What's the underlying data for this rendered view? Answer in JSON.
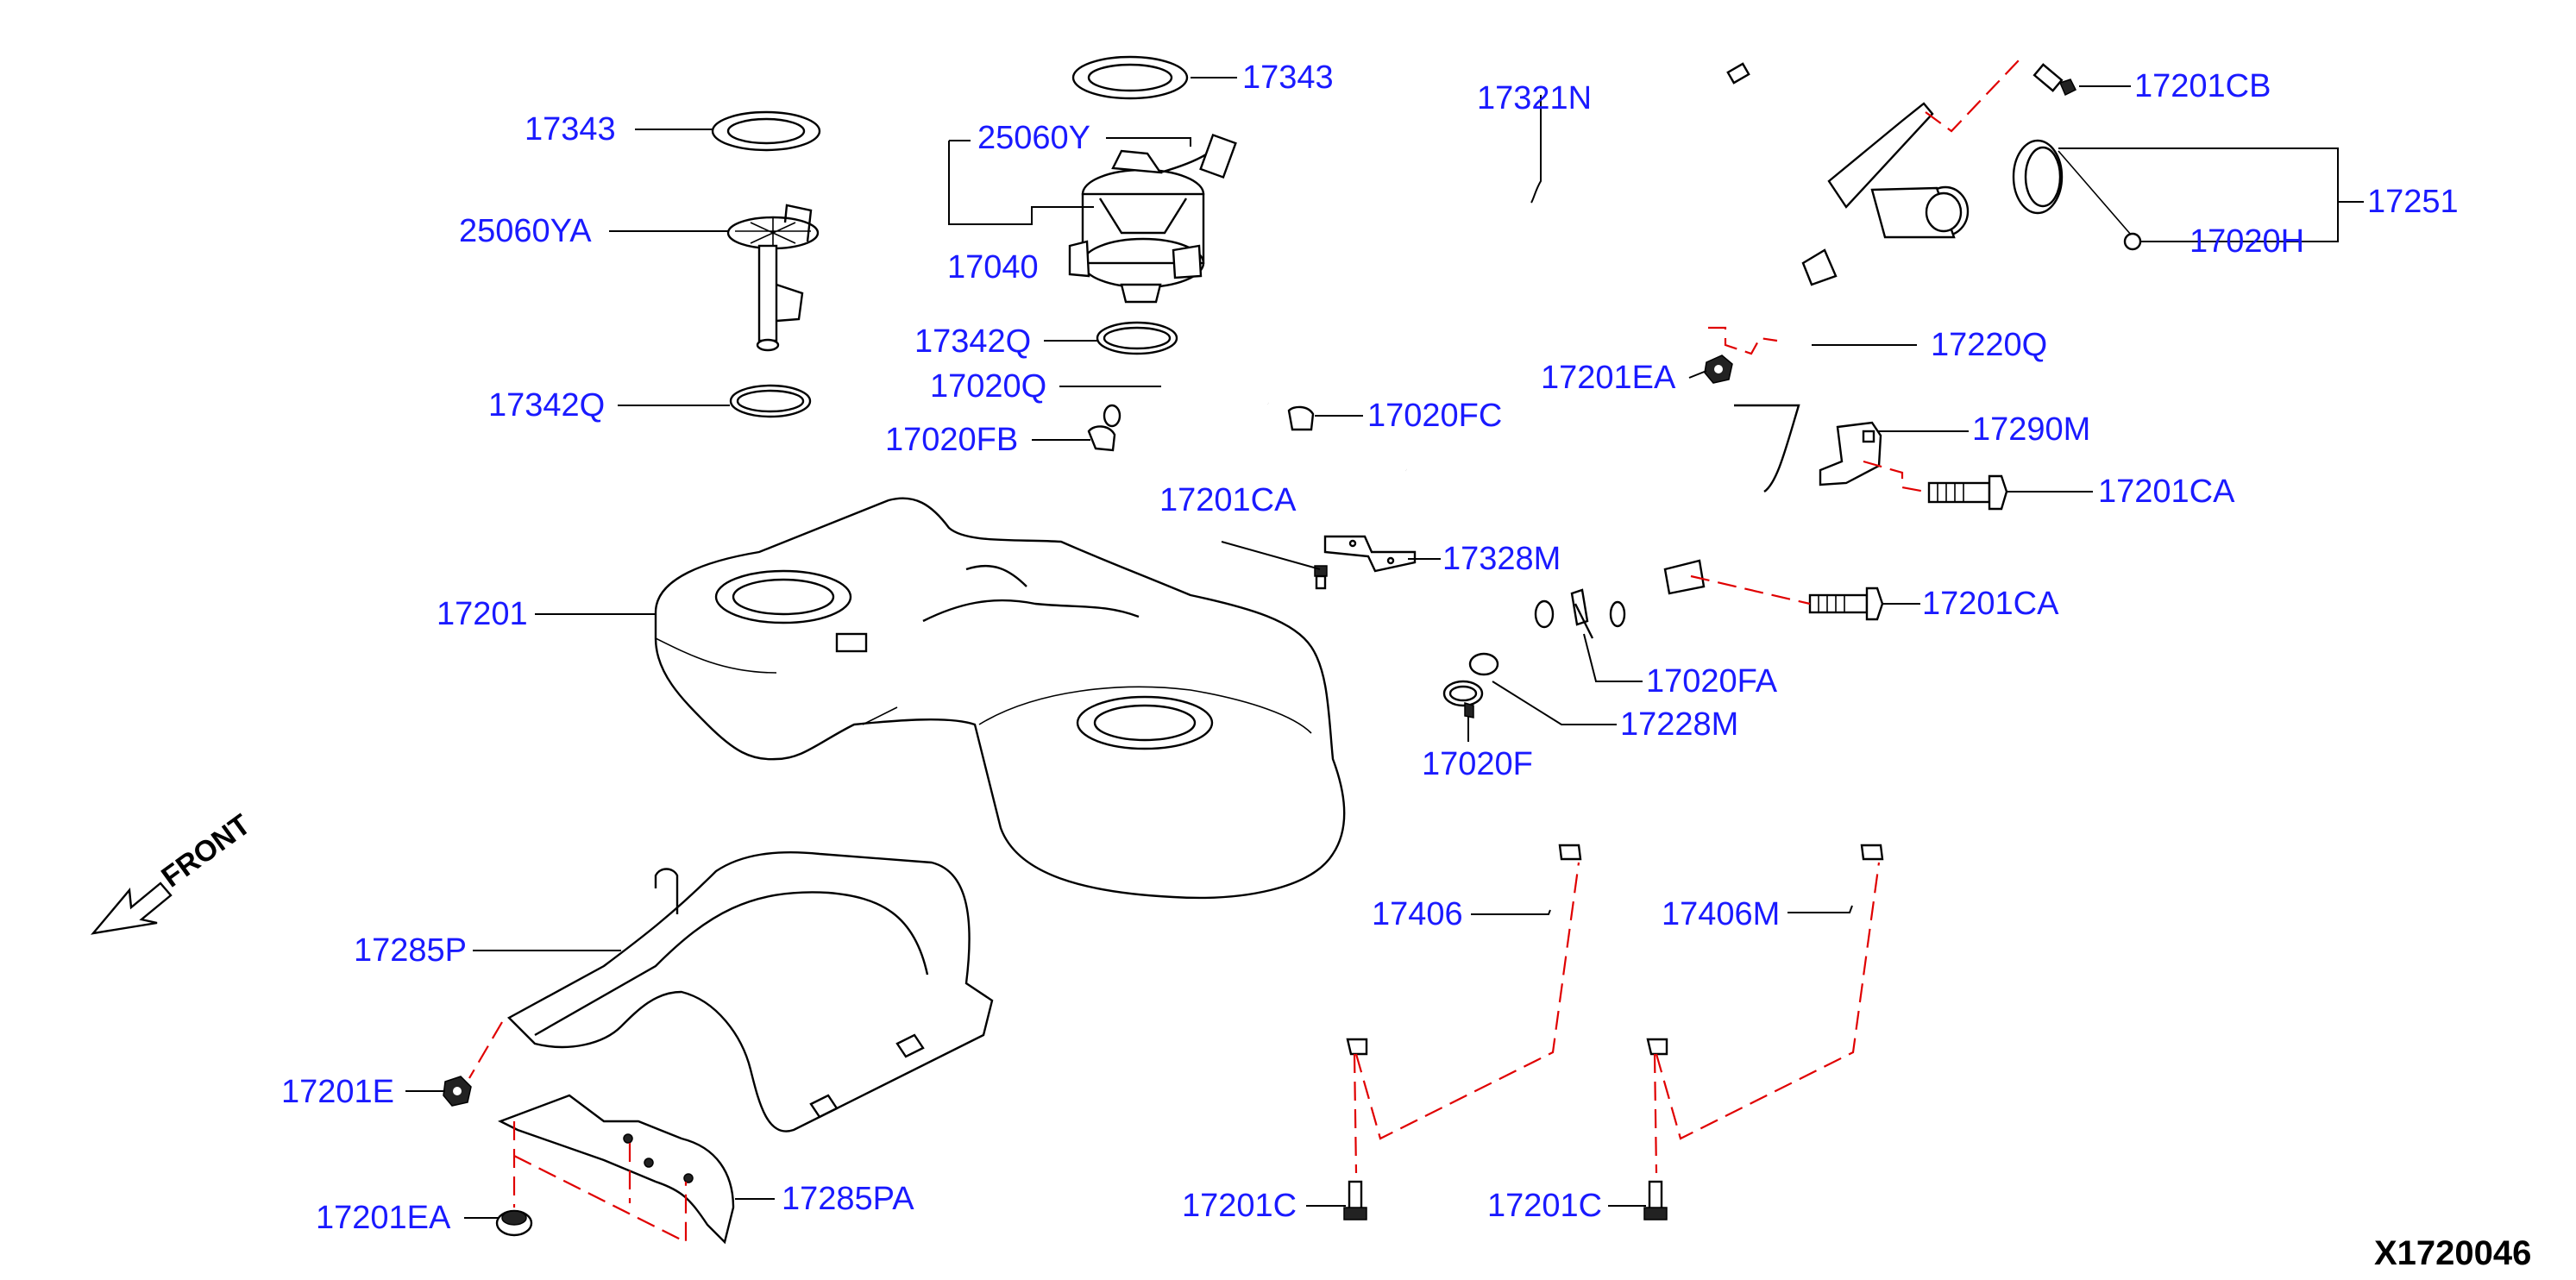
{
  "labels": {
    "p17343_left": "17343",
    "p17343_top": "17343",
    "p25060Y": "25060Y",
    "p25060YA": "25060YA",
    "p17040": "17040",
    "p17342Q_mid": "17342Q",
    "p17342Q_left": "17342Q",
    "p17020Q": "17020Q",
    "p17020FB": "17020FB",
    "p17020FC": "17020FC",
    "p17321N": "17321N",
    "p17201CB": "17201CB",
    "p17251": "17251",
    "p17020H": "17020H",
    "p17220Q": "17220Q",
    "p17201EA_top": "17201EA",
    "p17290M": "17290M",
    "p17201CA_right": "17201CA",
    "p17201CA_mid": "17201CA",
    "p17201CA_lower": "17201CA",
    "p17328M": "17328M",
    "p17201": "17201",
    "p17020FA": "17020FA",
    "p17228M": "17228M",
    "p17020F": "17020F",
    "p17406_left": "17406",
    "p17406M": "17406M",
    "p17285P": "17285P",
    "p17201E": "17201E",
    "p17201EA_bottom": "17201EA",
    "p17285PA": "17285PA",
    "p17201C_left": "17201C",
    "p17201C_right": "17201C"
  },
  "front_label": "FRONT",
  "diagram_code": "X1720046",
  "colors": {
    "label": "#1a1aff",
    "leader": "#000000",
    "dashed_leader": "#e00000",
    "background": "#ffffff"
  }
}
